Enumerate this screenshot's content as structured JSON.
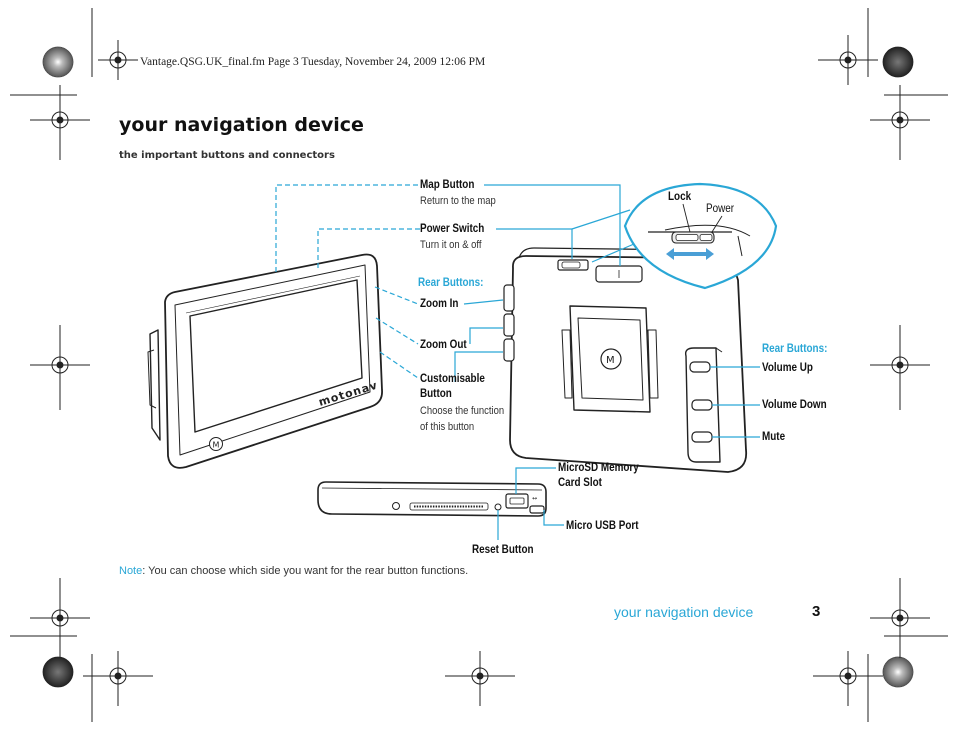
{
  "header": {
    "file_line": "Vantage.QSG.UK_final.fm  Page 3  Tuesday, November 24, 2009  12:06 PM"
  },
  "title": "your navigation device",
  "subtitle": "the important buttons and connectors",
  "callouts": {
    "map_button": {
      "label": "Map Button",
      "desc": "Return to the map"
    },
    "power_switch": {
      "label": "Power Switch",
      "desc": "Turn it on & off"
    },
    "rear_buttons_left": "Rear Buttons:",
    "zoom_in": "Zoom In",
    "zoom_out": "Zoom Out",
    "customisable": {
      "label_line1": "Customisable",
      "label_line2": "Button",
      "desc_line1": "Choose the function",
      "desc_line2": "of this button"
    },
    "lock": "Lock",
    "power": "Power",
    "rear_buttons_right": "Rear Buttons:",
    "volume_up": "Volume Up",
    "volume_down": "Volume Down",
    "mute": "Mute",
    "microsd": {
      "line1": "MicroSD Memory",
      "line2": "Card Slot"
    },
    "micro_usb": "Micro USB Port",
    "reset": "Reset Button"
  },
  "device_brand": "motonav",
  "note": {
    "label": "Note",
    "text": ": You can choose which side you want for the rear button functions."
  },
  "footer": {
    "section": "your navigation device",
    "page": "3"
  },
  "colors": {
    "accent": "#2aa7d6",
    "line": "#222222"
  }
}
